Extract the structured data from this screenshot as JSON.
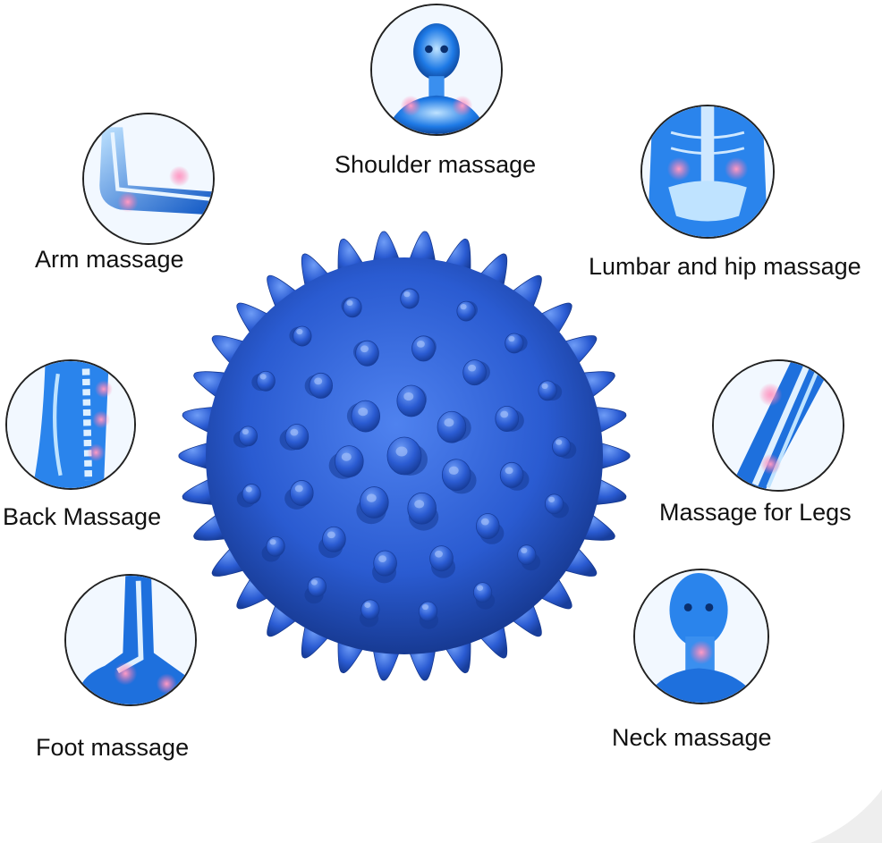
{
  "labels": {
    "shoulder": "Shoulder massage",
    "arm": "Arm massage",
    "lumbar": "Lumbar and hip massage",
    "back": "Back Massage",
    "legs": "Massage for Legs",
    "foot": "Foot massage",
    "neck": "Neck massage"
  },
  "icons": {
    "shoulder": "shoulder-xray-icon",
    "arm": "arm-xray-icon",
    "lumbar": "lumbar-hip-xray-icon",
    "back": "back-xray-icon",
    "legs": "leg-xray-icon",
    "foot": "foot-xray-icon",
    "neck": "neck-xray-icon"
  },
  "colors": {
    "ball": "#2a5bd1",
    "ball_dark": "#1b3f9e",
    "xray_blue": "#1e7ae6",
    "pain_spot": "#ff6fa8",
    "text": "#111111"
  }
}
